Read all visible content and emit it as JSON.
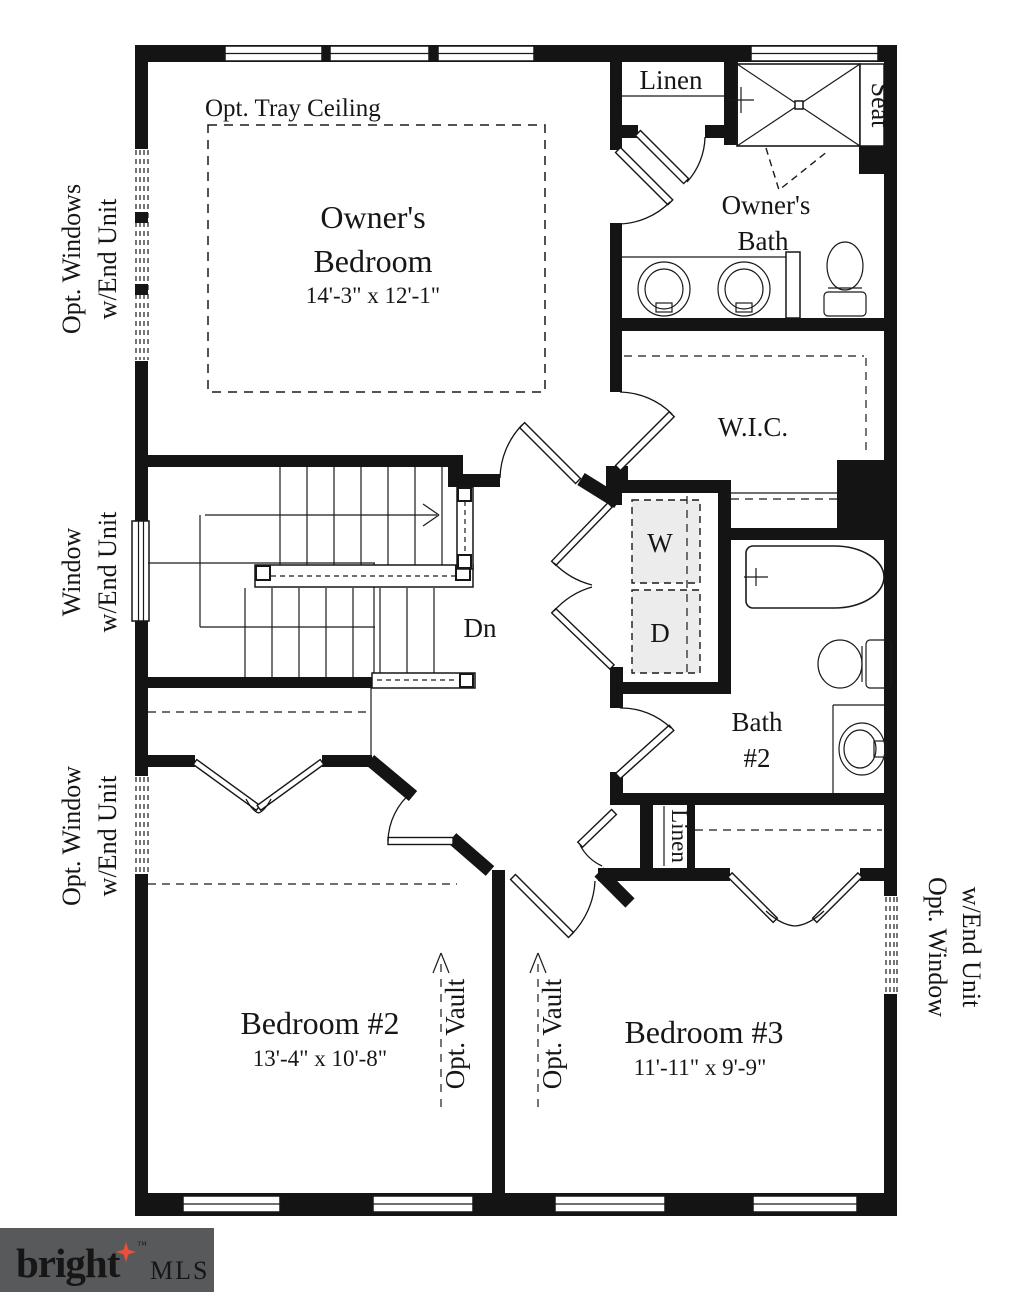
{
  "colors": {
    "wall": "#141414",
    "paper": "#ffffff",
    "appliance_fill": "#ececec",
    "logo_bg": "#58595b",
    "logo_text": "#ffffff",
    "logo_mls": "#a6a8ab",
    "logo_star": "#e8503a"
  },
  "rooms": {
    "owners_bedroom": {
      "line1": "Owner's",
      "line2": "Bedroom",
      "dims": "14'-3\" x 12'-1\""
    },
    "owners_bath": {
      "line1": "Owner's",
      "line2": "Bath"
    },
    "wic": {
      "label": "W.I.C."
    },
    "bath2": {
      "line1": "Bath",
      "line2": "#2"
    },
    "bedroom2": {
      "label": "Bedroom #2",
      "dims": "13'-4\" x 10'-8\""
    },
    "bedroom3": {
      "label": "Bedroom #3",
      "dims": "11'-11\" x 9'-9\""
    }
  },
  "closets": {
    "linen_upper": "Linen",
    "linen_lower": "Linen",
    "seat": "Seat",
    "washer": "W",
    "dryer": "D"
  },
  "annotations": {
    "tray_ceiling": "Opt. Tray Ceiling",
    "stairs": "Dn",
    "opt_windows_line1": "Opt. Windows",
    "opt_windows_line2": "w/End Unit",
    "window_line1": "Window",
    "window_line2": "w/End Unit",
    "opt_window_line1": "Opt. Window",
    "opt_window_line2": "w/End Unit",
    "opt_window_right_line1": "Opt. Window",
    "opt_window_right_line2": "w/End Unit",
    "opt_vault_b2": "Opt. Vault",
    "opt_vault_b3": "Opt. Vault"
  },
  "logo": {
    "brand": "bright",
    "tm": "™",
    "mls": "MLS"
  }
}
